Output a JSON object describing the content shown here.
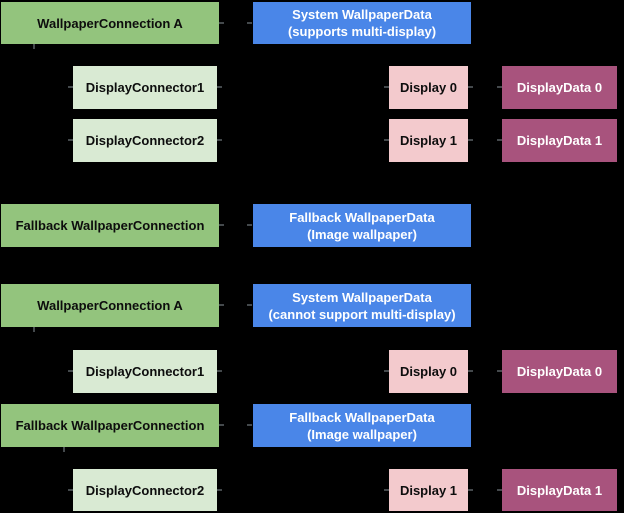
{
  "palette": {
    "background": "#000000",
    "green": "#93c47d",
    "light_green": "#d9ead3",
    "blue": "#4a86e8",
    "pink": "#f3cacd",
    "magenta": "#a8537d",
    "dark_text": "#0d0d0d",
    "light_text": "#ffffff",
    "connector": "#44494c"
  },
  "nodes": {
    "s1_wallpaper_connection_a": {
      "label": "WallpaperConnection A"
    },
    "s1_system_wallpaper_data": {
      "line1": "System WallpaperData",
      "line2": "(supports multi-display)"
    },
    "s1_display_connector_1": {
      "label": "DisplayConnector1"
    },
    "s1_display_0": {
      "label": "Display 0"
    },
    "s1_display_data_0": {
      "label": "DisplayData 0"
    },
    "s1_display_connector_2": {
      "label": "DisplayConnector2"
    },
    "s1_display_1": {
      "label": "Display 1"
    },
    "s1_display_data_1": {
      "label": "DisplayData 1"
    },
    "s1_fallback_wallpaper_connection": {
      "label": "Fallback WallpaperConnection"
    },
    "s1_fallback_wallpaper_data": {
      "line1": "Fallback WallpaperData",
      "line2": "(Image wallpaper)"
    },
    "s2_wallpaper_connection_a": {
      "label": "WallpaperConnection A"
    },
    "s2_system_wallpaper_data": {
      "line1": "System WallpaperData",
      "line2": "(cannot support multi-display)"
    },
    "s2_display_connector_1": {
      "label": "DisplayConnector1"
    },
    "s2_display_0": {
      "label": "Display 0"
    },
    "s2_display_data_0": {
      "label": "DisplayData 0"
    },
    "s2_fallback_wallpaper_connection": {
      "label": "Fallback WallpaperConnection"
    },
    "s2_fallback_wallpaper_data": {
      "line1": "Fallback WallpaperData",
      "line2": "(Image wallpaper)"
    },
    "s2_display_connector_2": {
      "label": "DisplayConnector2"
    },
    "s2_display_1": {
      "label": "Display 1"
    },
    "s2_display_data_1": {
      "label": "DisplayData 1"
    }
  }
}
